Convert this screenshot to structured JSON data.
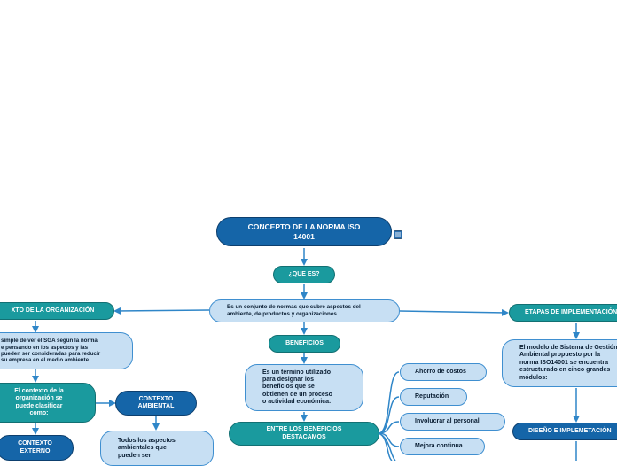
{
  "nodes": {
    "title": "CONCEPTO DE LA NORMA ISO\n14001",
    "que_es": "¿QUE ES?",
    "definicion": "Es un conjunto de normas que cubre aspectos del\nambiente, de productos y organizaciones.",
    "contexto_org": "XTO DE LA ORGANIZACIÓN",
    "contexto_desc": "simple de ver el SGA según la norma\ne pensando en los aspectos y las\npueden ser consideradas para reducir\nsu empresa en el medio ambiente.",
    "contexto_clasifica": "El contexto de la\norganización se\npuede clasificar\ncomo:",
    "contexto_externo": "CONTEXTO\nEXTERNO",
    "contexto_ambiental": "CONTEXTO\nAMBIENTAL",
    "ambiental_desc": "Todos los aspectos\nambientales que\npueden ser",
    "beneficios": "BENEFICIOS",
    "beneficios_desc": "Es un término utilizado\npara designar los\nbeneficios que se\nobtienen de un proceso\no actividad económica.",
    "beneficios_destacamos": "ENTRE LOS BENEFICIOS\nDESTACAMOS",
    "ahorro": "Ahorro de costos",
    "reputacion": "Reputación",
    "involucrar": "Involucrar al personal",
    "mejora": "Mejora continua",
    "etapas": "ETAPAS DE IMPLEMENTACIÓN",
    "etapas_desc": "El modelo de Sistema de Gestión\nAmbiental propuesto por la\nnorma ISO14001 se encuentra\nestructurado en cinco grandes\nmódulos:",
    "diseno": "DISEÑO E IMPLEMETACIÓN"
  },
  "colors": {
    "dark": "#1565a8",
    "teal": "#1a9a9e",
    "light": "#c7dff3",
    "line": "#2f86c8"
  },
  "icons": {
    "note": "note-icon"
  }
}
